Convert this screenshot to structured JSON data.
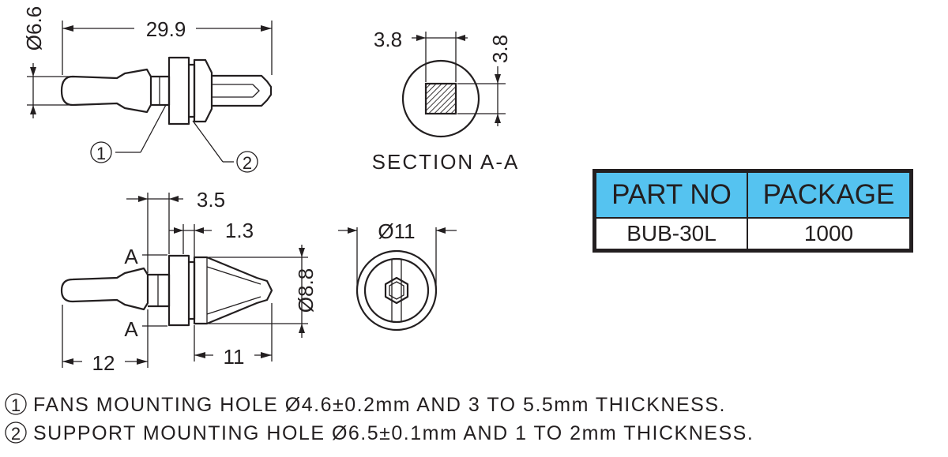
{
  "dimensions": {
    "overall_length": "29.9",
    "shank_diameter": "Ø6.6",
    "square_width": "3.8",
    "square_height": "3.8",
    "flange_span": "3.5",
    "groove_width": "1.3",
    "head_diameter": "Ø8.8",
    "flange_diameter": "Ø11",
    "front_length": "12",
    "rear_length": "11"
  },
  "section_label": "SECTION A-A",
  "section_marks": [
    "A",
    "A"
  ],
  "callouts": [
    "1",
    "2"
  ],
  "table": {
    "headers": [
      "PART NO",
      "PACKAGE"
    ],
    "row": [
      "BUB-30L",
      "1000"
    ],
    "header_color": "#55c3f0"
  },
  "notes": [
    {
      "number": "1",
      "text": "FANS MOUNTING HOLE Ø4.6±0.2mm AND 3 TO 5.5mm THICKNESS."
    },
    {
      "number": "2",
      "text": "SUPPORT MOUNTING HOLE Ø6.5±0.1mm AND 1 TO 2mm THICKNESS."
    }
  ]
}
